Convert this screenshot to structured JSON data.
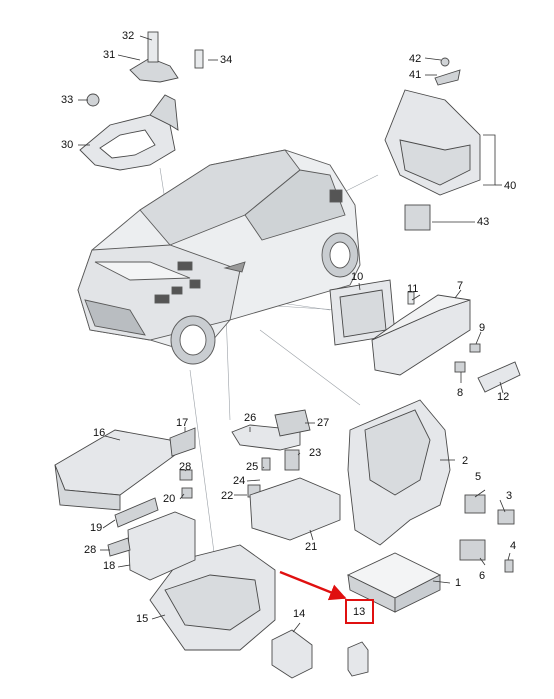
{
  "diagram": {
    "callouts": {
      "c1": "1",
      "c2": "2",
      "c3": "3",
      "c4": "4",
      "c5": "5",
      "c6": "6",
      "c7": "7",
      "c8": "8",
      "c9": "9",
      "c10": "10",
      "c11": "11",
      "c12": "12",
      "c13": "13",
      "c14": "14",
      "c15": "15",
      "c16": "16",
      "c17": "17",
      "c18": "18",
      "c19": "19",
      "c20": "20",
      "c21": "21",
      "c22": "22",
      "c23": "23",
      "c24": "24",
      "c25": "25",
      "c26": "26",
      "c27": "27",
      "c28a": "28",
      "c28b": "28",
      "c30": "30",
      "c31": "31",
      "c32": "32",
      "c33": "33",
      "c34": "34",
      "c40": "40",
      "c41": "41",
      "c42": "42",
      "c43": "43"
    },
    "highlight": {
      "part_number": "13",
      "color": "#e01010"
    },
    "colors": {
      "part_fill": "#e9eaec",
      "part_stroke": "#4a4a4a",
      "leader": "#333333"
    }
  }
}
